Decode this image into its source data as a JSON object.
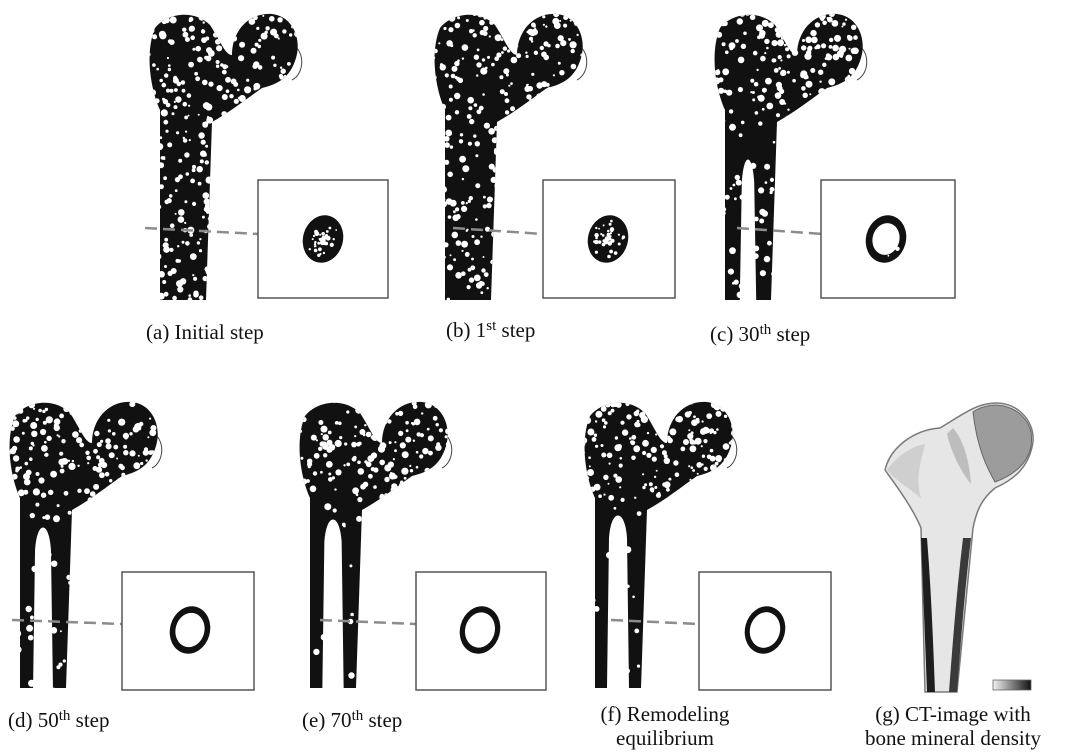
{
  "panels": [
    {
      "id": "a",
      "caption_prefix": "(a) Initial step",
      "ordinal": "",
      "caption_suffix": "",
      "caption_line2": "",
      "stage": 0
    },
    {
      "id": "b",
      "caption_prefix": "(b) 1",
      "ordinal": "st",
      "caption_suffix": " step",
      "caption_line2": "",
      "stage": 0.15
    },
    {
      "id": "c",
      "caption_prefix": "(c) 30",
      "ordinal": "th",
      "caption_suffix": " step",
      "caption_line2": "",
      "stage": 0.6
    },
    {
      "id": "d",
      "caption_prefix": "(d) 50",
      "ordinal": "th",
      "caption_suffix": " step",
      "caption_line2": "",
      "stage": 0.85
    },
    {
      "id": "e",
      "caption_prefix": "(e) 70",
      "ordinal": "th",
      "caption_suffix": " step",
      "caption_line2": "",
      "stage": 0.95
    },
    {
      "id": "f",
      "caption_prefix": "(f) Remodeling",
      "ordinal": "",
      "caption_suffix": "",
      "caption_line2": "equilibrium",
      "stage": 1
    },
    {
      "id": "g",
      "caption_prefix": "(g) CT-image with",
      "ordinal": "",
      "caption_suffix": "",
      "caption_line2": "bone mineral density",
      "stage": 1
    }
  ],
  "colors": {
    "bone": "#111111",
    "pore": "#ffffff",
    "section_line": "#8c8c8c",
    "inset_border": "#555555",
    "ct_light": "#eaeaea",
    "ct_mid": "#a8a8a8",
    "ct_dark": "#1e1e1e"
  }
}
